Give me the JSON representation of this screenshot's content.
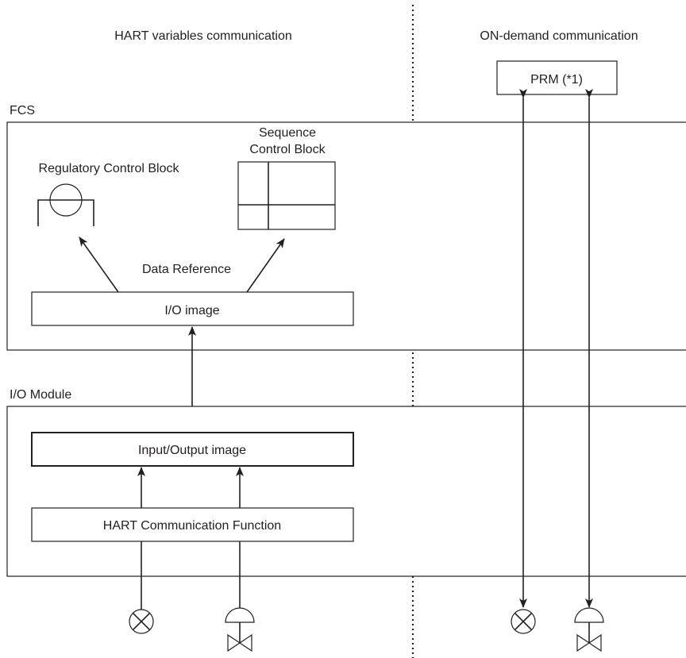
{
  "columns": {
    "left_title": "HART variables communication",
    "right_title": "ON-demand communication"
  },
  "fcs": {
    "label": "FCS",
    "regulatory_block": "Regulatory Control Block",
    "sequence_block_line1": "Sequence",
    "sequence_block_line2": "Control Block",
    "data_reference": "Data Reference",
    "io_image": "I/O image"
  },
  "io_module": {
    "label": "I/O Module",
    "input_output_image": "Input/Output image",
    "hart_function": "HART Communication Function"
  },
  "prm": {
    "label": "PRM (*1)"
  },
  "icons": [
    "flow-transmitter-icon",
    "control-valve-icon",
    "regulatory-control-block-icon",
    "sequence-control-block-icon"
  ]
}
